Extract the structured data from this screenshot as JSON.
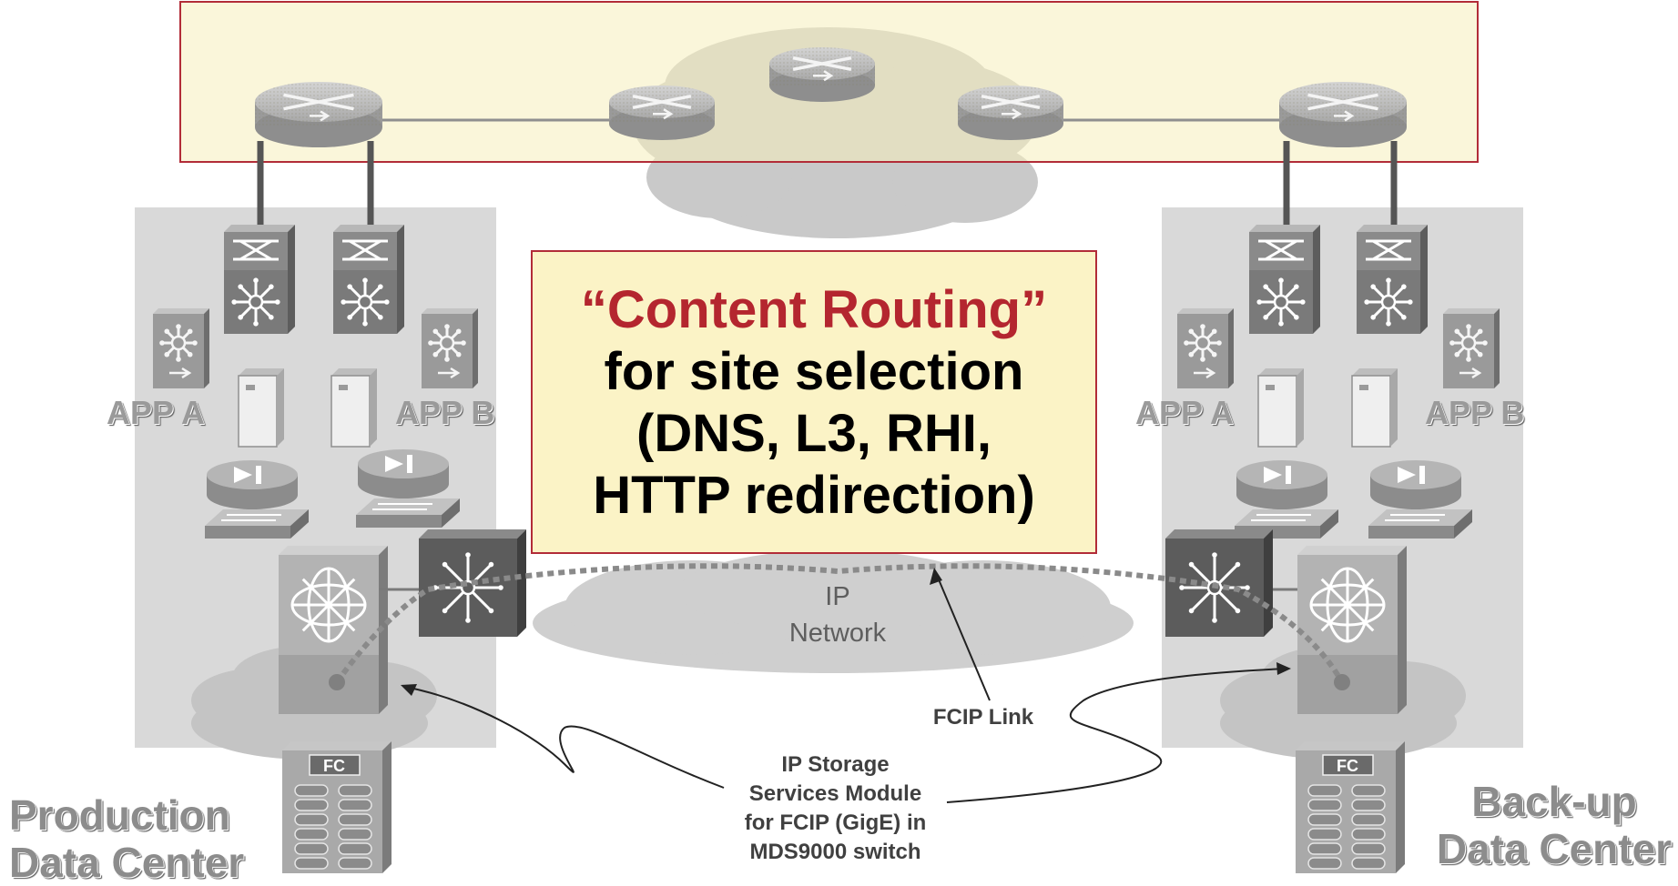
{
  "callout": {
    "line1": "“Content Routing”",
    "line2": "for site selection",
    "line3": "(DNS, L3, RHI,",
    "line4": "HTTP redirection)"
  },
  "labels": {
    "production": [
      "Production",
      "Data Center"
    ],
    "backup": [
      "Back-up",
      "Data Center"
    ],
    "app_a": "APP A",
    "app_b": "APP B",
    "ip_network": [
      "IP",
      "Network"
    ],
    "fcip_link": "FCIP Link",
    "ip_storage": [
      "IP Storage",
      "Services Module",
      "for FCIP (GigE) in",
      "MDS9000 switch"
    ],
    "fc": "FC"
  },
  "colors": {
    "wan_band_fill": "#f6eebb",
    "wan_band_border": "#b22c38",
    "callout_fill": "#fbf3c6",
    "callout_border": "#b22c38",
    "accent_red": "#b4262f",
    "datacenter_panel": "#d9d9d9",
    "cloud": "#c8c8c8",
    "fcip_link": "#8a8a8a"
  },
  "icons": [
    "router-icon",
    "multilayer-switch-icon",
    "content-switch-icon",
    "server-icon",
    "load-balancer-icon",
    "mds-switch-icon",
    "storage-array-icon",
    "cloud-icon"
  ]
}
